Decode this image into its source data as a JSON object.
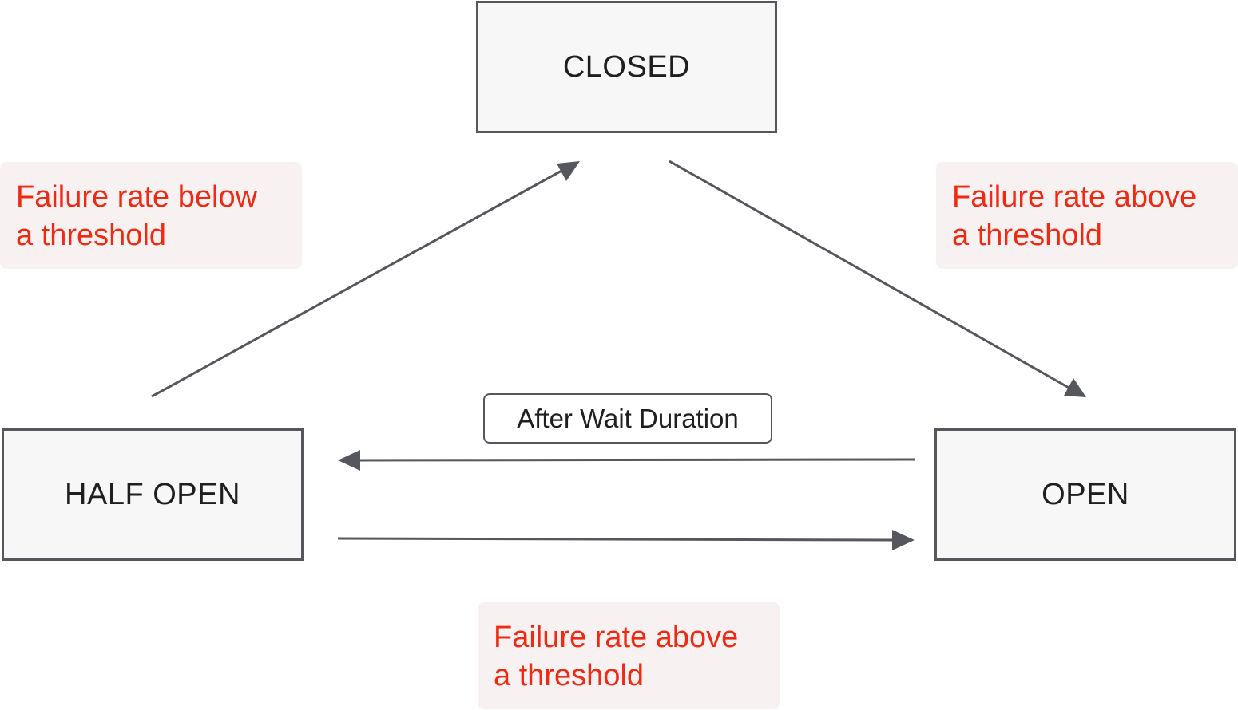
{
  "states": {
    "closed": "CLOSED",
    "half_open": "HALF OPEN",
    "open": "OPEN"
  },
  "notes": {
    "failure_below": "Failure rate below\na threshold",
    "failure_above_right": "Failure rate above\na threshold",
    "failure_above_bottom": "Failure rate above\na threshold"
  },
  "edge_labels": {
    "after_wait": "After Wait Duration"
  },
  "colors": {
    "arrow": "#55575c",
    "note_text": "#ee2b12",
    "note_background": "#f8f1f1",
    "state_background": "#f7f7f7"
  }
}
